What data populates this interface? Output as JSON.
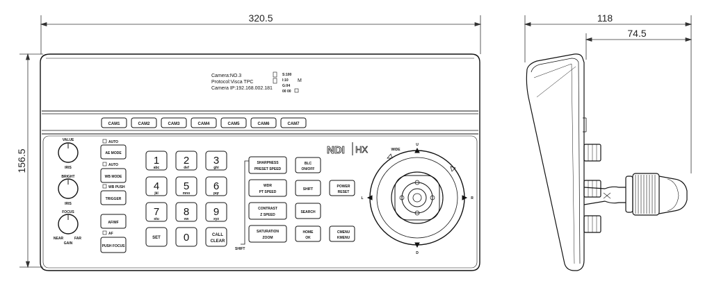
{
  "dimensions": {
    "width": "320.5",
    "height": "156.5",
    "depth": "118",
    "depth_partial": "74.5"
  },
  "lcd": {
    "line1": "Camera:NO.3",
    "line2": "Protocol:Visca TPC",
    "line3": "Camera IP:192.168.002.181",
    "stat1": "S:100",
    "stat2": "I:10",
    "stat3": "G:04",
    "stat4": "00 00",
    "mode": "M"
  },
  "cams": [
    "CAM1",
    "CAM2",
    "CAM3",
    "CAM4",
    "CAM5",
    "CAM6",
    "CAM7"
  ],
  "knobs": [
    {
      "top": "VALUE",
      "bottom": "IRIS"
    },
    {
      "top": "BRIGHT",
      "bottom": "IRIS"
    },
    {
      "top": "FOCUS",
      "bottom": "GAIN"
    }
  ],
  "knob3_extra": {
    "near": "NEAR",
    "far": "FAR"
  },
  "left_buttons": [
    {
      "label": "AE MODE",
      "indicator": "AUTO"
    },
    {
      "label": "WB MODE",
      "indicator": "AUTO"
    },
    {
      "label": "TRIGGER",
      "indicator": "WB PUSH"
    },
    {
      "label": "AF/MF",
      "indicator": ""
    },
    {
      "label": "PUSH FOCUS",
      "indicator": "AF"
    }
  ],
  "keypad": [
    {
      "num": "1",
      "sub": "abc"
    },
    {
      "num": "2",
      "sub": "def"
    },
    {
      "num": "3",
      "sub": "ghi"
    },
    {
      "num": "4",
      "sub": "jkl"
    },
    {
      "num": "5",
      "sub": "mno"
    },
    {
      "num": "6",
      "sub": "pqr"
    },
    {
      "num": "7",
      "sub": "stu"
    },
    {
      "num": "8",
      "sub": "vw"
    },
    {
      "num": "9",
      "sub": "xyz"
    }
  ],
  "keypad_bottom": {
    "set": "SET",
    "zero": "0",
    "call": "CALL",
    "clear": "CLEAR"
  },
  "func_buttons": [
    {
      "line1": "SHARPNESS",
      "line2": "PRESET SPEED"
    },
    {
      "line1": "WDR",
      "line2": "PT SPEED"
    },
    {
      "line1": "CONTRAST",
      "line2": "Z SPEED"
    },
    {
      "line1": "SATURATION",
      "line2": "ZOOM"
    }
  ],
  "shift_label": "SHIFT",
  "mid_buttons": [
    {
      "line1": "BLC",
      "line2": "ON/OFF"
    },
    {
      "line1": "SHIFT",
      "line2": ""
    },
    {
      "line1": "SEARCH",
      "line2": ""
    },
    {
      "line1": "HOME",
      "line2": "OK"
    }
  ],
  "side_buttons": [
    {
      "line1": "POWER",
      "line2": "RESET"
    },
    {
      "line1": "CMENU",
      "line2": "KMENU"
    }
  ],
  "logo": {
    "ndi": "NDI",
    "hx": "HX"
  },
  "joystick": {
    "up": "U",
    "down": "D",
    "left": "L",
    "right": "R",
    "wide": "WIDE"
  }
}
